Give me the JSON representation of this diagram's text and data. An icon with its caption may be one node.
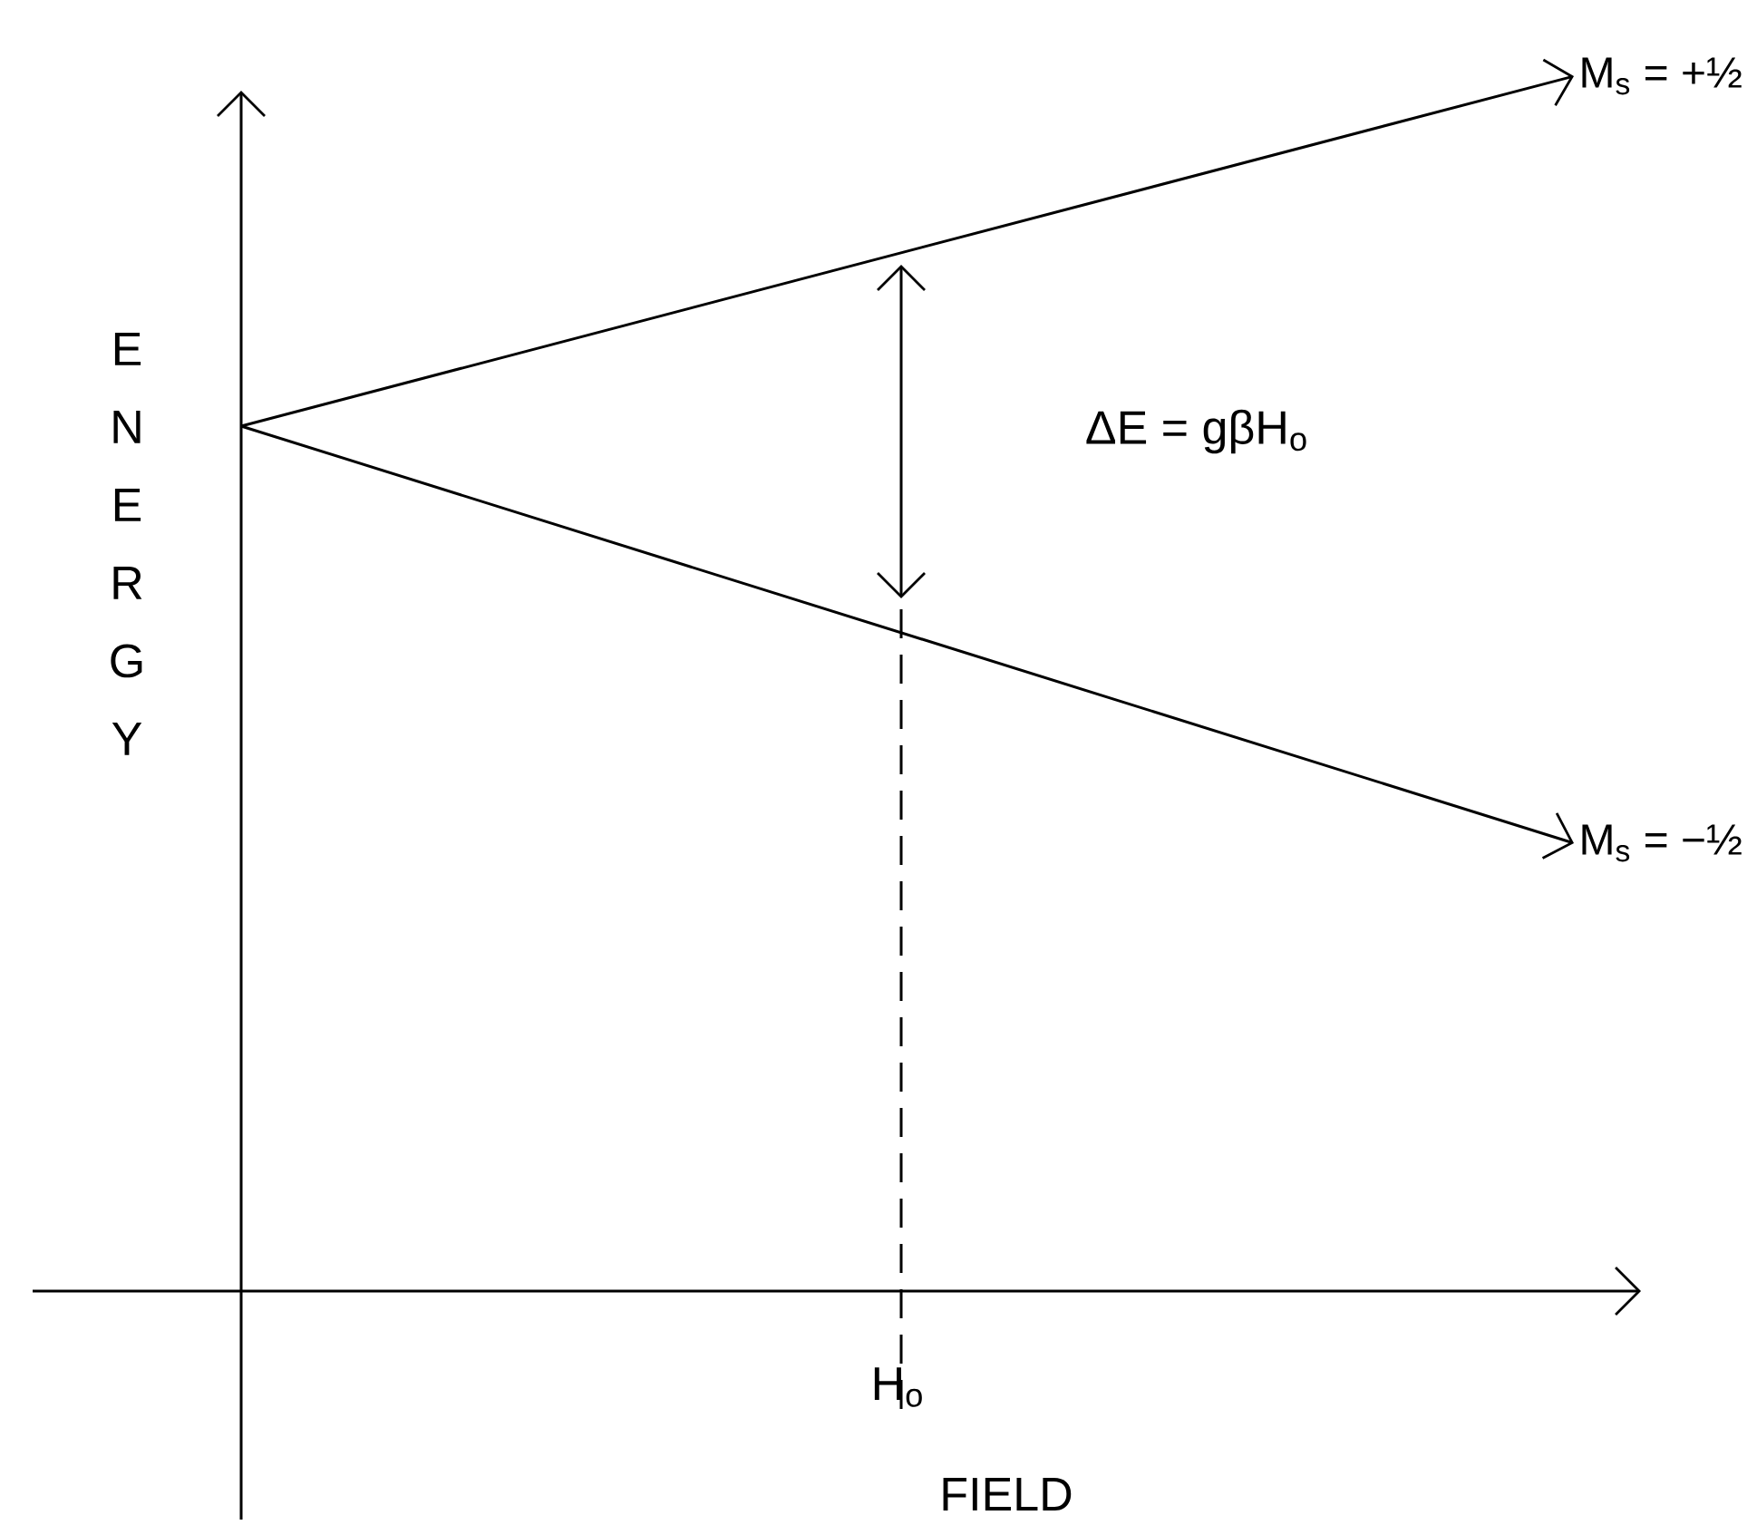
{
  "diagram": {
    "nodes": [
      {
        "text": [
          "M$_{s}$ = +½"
        ]
      },
      {
        "text": [
          "M$_{s}$ = −½"
        ]
      }
    ],
    "edges": [
      {
        "from": null,
        "to": 0,
        "arrow": "to"
      },
      {
        "from": null,
        "to": 1,
        "arrow": "to"
      }
    ],
    "labels": [
      "ENERGY",
      "ΔE = gβH$_{o}$",
      "H$_{o}$",
      "FIELD"
    ]
  }
}
